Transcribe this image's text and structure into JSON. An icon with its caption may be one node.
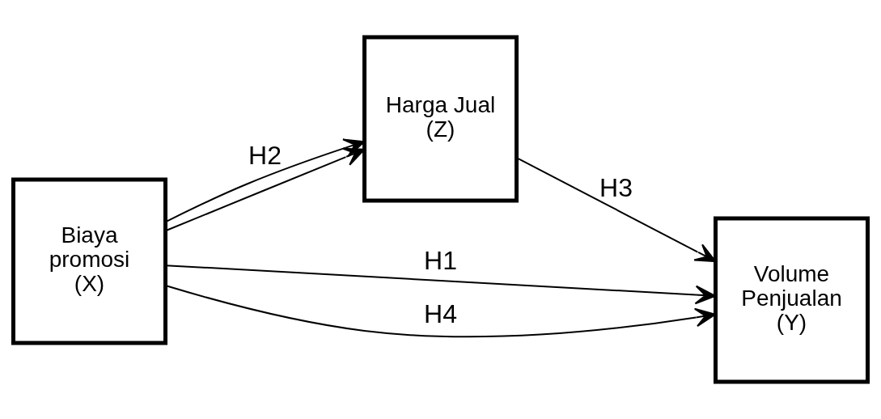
{
  "diagram": {
    "nodes": [
      {
        "text": [
          "Biaya promosi (X)"
        ]
      },
      {
        "text": [
          "Harga Jual (Z)"
        ]
      },
      {
        "text": [
          "Volume Penjualan (Y)"
        ]
      }
    ],
    "edges": [
      {
        "from": 0,
        "to": 2,
        "arrow": "to",
        "label": "H1"
      },
      {
        "from": 0,
        "to": 1,
        "arrow": "to",
        "label": "H2"
      },
      {
        "from": 1,
        "to": 2,
        "arrow": "to",
        "label": "H3"
      },
      {
        "from": 0,
        "to": 1,
        "arrow": "to"
      },
      {
        "from": 0,
        "to": 2,
        "arrow": "to",
        "label": "H4"
      }
    ]
  }
}
